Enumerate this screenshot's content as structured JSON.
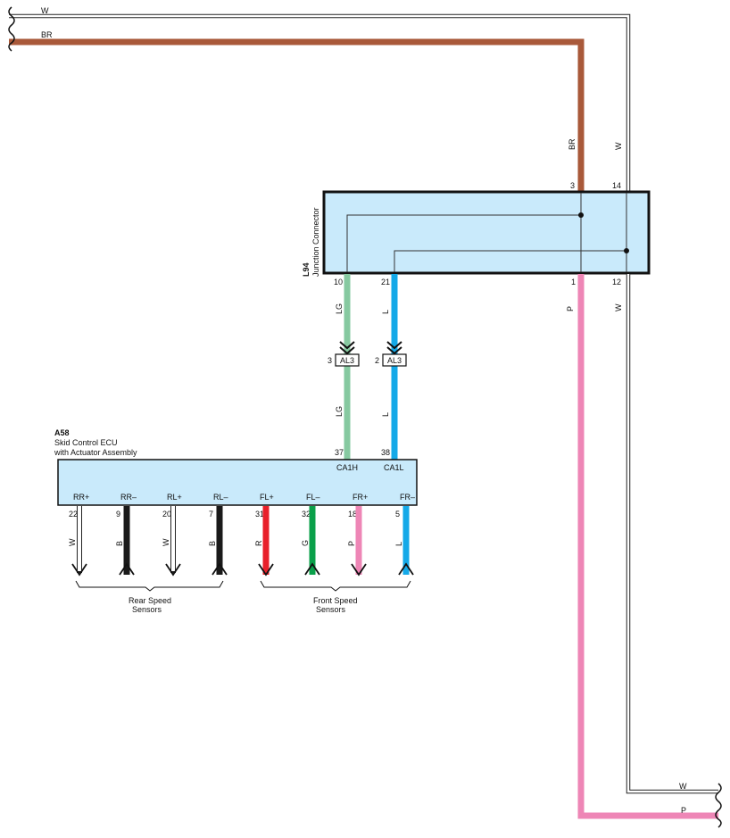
{
  "colors": {
    "BR": "#a9593a",
    "P": "#ee86b6",
    "LG": "#86c9a0",
    "L": "#14a9e8",
    "R": "#e8202a",
    "G": "#0aa04a",
    "B": "#1a1a1a",
    "W": "#ffffff",
    "box_fill": "#c9eafb"
  },
  "top_wires": {
    "w_label": "W",
    "br_label": "BR"
  },
  "bottom_wires": {
    "w_label": "W",
    "p_label": "P"
  },
  "junction": {
    "code": "L94",
    "name": "Junction Connector",
    "top_pins": [
      {
        "pin": "3",
        "wire": "BR"
      },
      {
        "pin": "14",
        "wire": "W"
      }
    ],
    "bottom_pins": [
      {
        "pin": "10",
        "wire": "LG"
      },
      {
        "pin": "21",
        "wire": "L"
      },
      {
        "pin": "1",
        "wire": "P"
      },
      {
        "pin": "12",
        "wire": "W"
      }
    ]
  },
  "connectors": [
    {
      "pin": "3",
      "name": "AL3"
    },
    {
      "pin": "2",
      "name": "AL3"
    }
  ],
  "ecu": {
    "code": "A58",
    "name_line1": "Skid Control ECU",
    "name_line2": "with Actuator Assembly",
    "top_pins": [
      {
        "pin": "37",
        "terminal": "CA1H",
        "wire": "LG"
      },
      {
        "pin": "38",
        "terminal": "CA1L",
        "wire": "L"
      }
    ],
    "terminals": [
      {
        "label": "RR+",
        "pin": "22",
        "wire": "W",
        "dir": "out"
      },
      {
        "label": "RR–",
        "pin": "9",
        "wire": "B",
        "dir": "in"
      },
      {
        "label": "RL+",
        "pin": "20",
        "wire": "W",
        "dir": "out"
      },
      {
        "label": "RL–",
        "pin": "7",
        "wire": "B",
        "dir": "in"
      },
      {
        "label": "FL+",
        "pin": "31",
        "wire": "R",
        "dir": "out"
      },
      {
        "label": "FL–",
        "pin": "32",
        "wire": "G",
        "dir": "in"
      },
      {
        "label": "FR+",
        "pin": "18",
        "wire": "P",
        "dir": "out"
      },
      {
        "label": "FR–",
        "pin": "5",
        "wire": "L",
        "dir": "in"
      }
    ]
  },
  "groups": {
    "rear": {
      "line1": "Rear Speed",
      "line2": "Sensors"
    },
    "front": {
      "line1": "Front Speed",
      "line2": "Sensors"
    }
  }
}
